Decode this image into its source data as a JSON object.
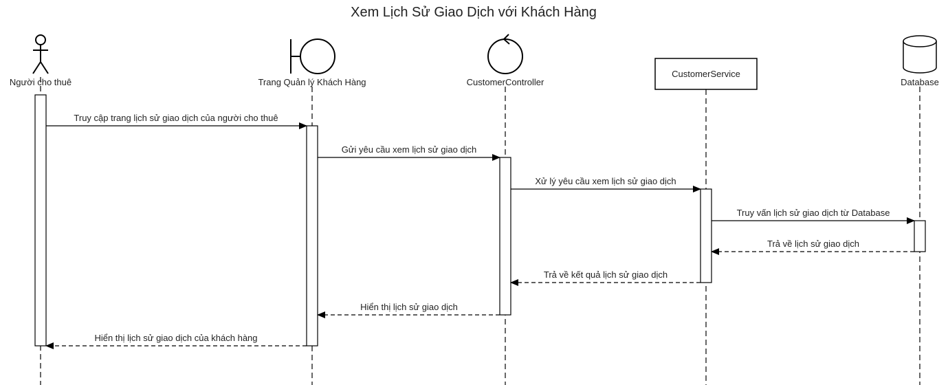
{
  "title": "Xem Lịch Sử Giao Dịch với Khách Hàng",
  "participants": [
    {
      "id": "user",
      "kind": "actor",
      "label": "Người cho thuê"
    },
    {
      "id": "ui",
      "kind": "boundary",
      "label": "Trang Quản lý Khách Hàng"
    },
    {
      "id": "ctrl",
      "kind": "control",
      "label": "CustomerController"
    },
    {
      "id": "svc",
      "kind": "box",
      "label": "CustomerService"
    },
    {
      "id": "db",
      "kind": "database",
      "label": "Database"
    }
  ],
  "messages": [
    {
      "from": "user",
      "to": "ui",
      "type": "call",
      "label": "Truy cập trang lịch sử giao dịch của người cho thuê"
    },
    {
      "from": "ui",
      "to": "ctrl",
      "type": "call",
      "label": "Gửi yêu cầu xem lịch sử giao dịch"
    },
    {
      "from": "ctrl",
      "to": "svc",
      "type": "call",
      "label": "Xử lý yêu cầu xem lịch sử giao dịch"
    },
    {
      "from": "svc",
      "to": "db",
      "type": "call",
      "label": "Truy vấn lịch sử giao dịch từ Database"
    },
    {
      "from": "db",
      "to": "svc",
      "type": "return",
      "label": "Trả về lịch sử giao dịch"
    },
    {
      "from": "svc",
      "to": "ctrl",
      "type": "return",
      "label": "Trả về kết quả lịch sử giao dịch"
    },
    {
      "from": "ctrl",
      "to": "ui",
      "type": "return",
      "label": "Hiển thị lịch sử giao dịch"
    },
    {
      "from": "ui",
      "to": "user",
      "type": "return",
      "label": "Hiển thị lịch sử giao dịch của khách hàng"
    }
  ]
}
